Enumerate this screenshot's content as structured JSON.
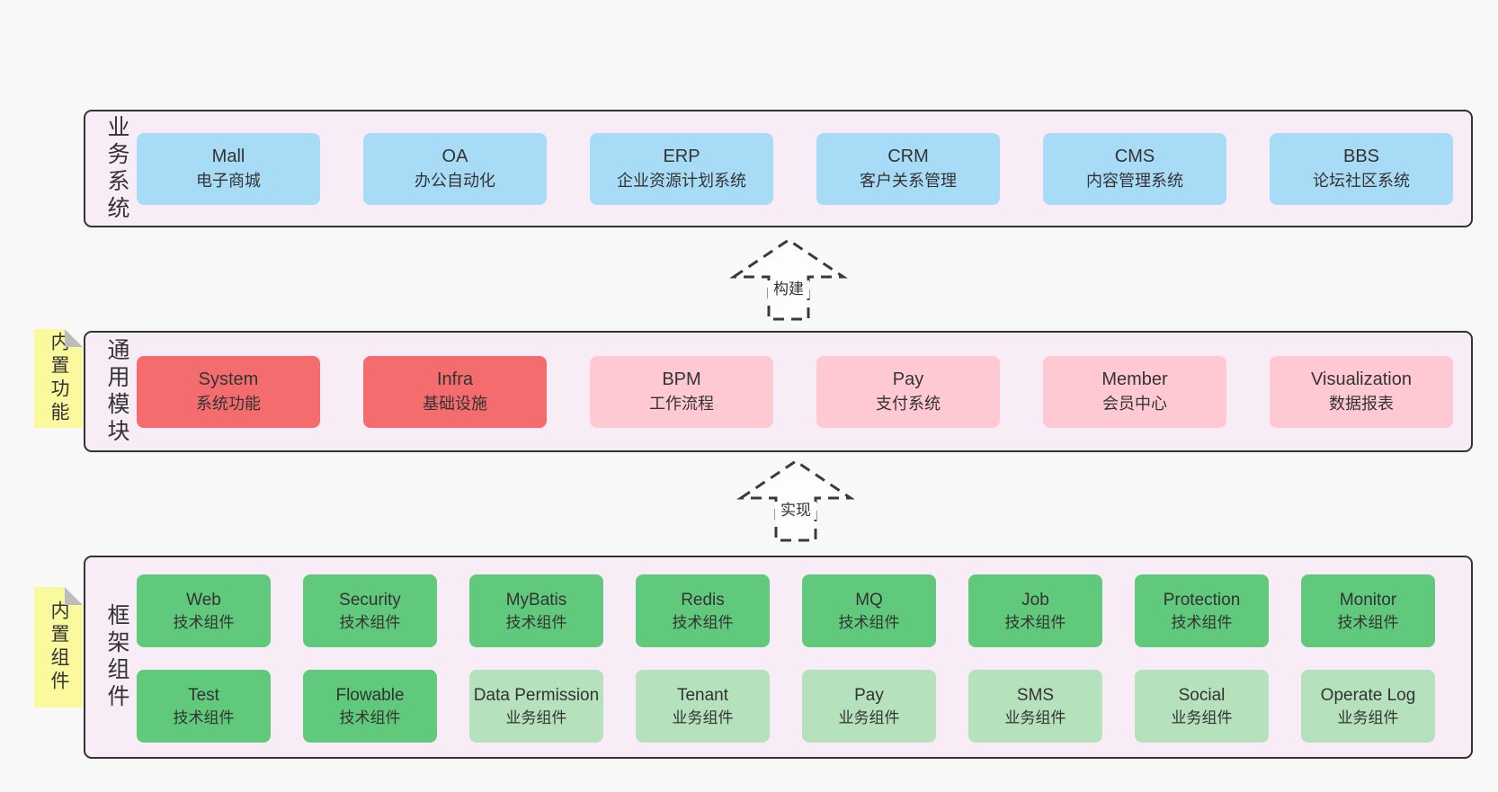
{
  "colors": {
    "page_bg": "#f8f8f8",
    "band_bg": "#f8edf6",
    "band_border": "#333333",
    "box_blue": "#a8dcf6",
    "box_red": "#f56c6f",
    "box_pink": "#ffc9d3",
    "box_green": "#61c97c",
    "box_green_light": "#b5e2bd",
    "sticky_bg": "#fbf99e",
    "sticky_fold": "#bcbcbc",
    "text": "#333333",
    "arrow_stroke": "#3a3a3a"
  },
  "business_band": {
    "label": "业务系统",
    "boxes": [
      {
        "title": "Mall",
        "subtitle": "电子商城"
      },
      {
        "title": "OA",
        "subtitle": "办公自动化"
      },
      {
        "title": "ERP",
        "subtitle": "企业资源计划系统"
      },
      {
        "title": "CRM",
        "subtitle": "客户关系管理"
      },
      {
        "title": "CMS",
        "subtitle": "内容管理系统"
      },
      {
        "title": "BBS",
        "subtitle": "论坛社区系统"
      }
    ]
  },
  "build_arrow": {
    "label": "构建"
  },
  "module_band": {
    "label": "通用模块",
    "note": "内置功能",
    "boxes": [
      {
        "title": "System",
        "subtitle": "系统功能"
      },
      {
        "title": "Infra",
        "subtitle": "基础设施"
      },
      {
        "title": "BPM",
        "subtitle": "工作流程"
      },
      {
        "title": "Pay",
        "subtitle": "支付系统"
      },
      {
        "title": "Member",
        "subtitle": "会员中心"
      },
      {
        "title": "Visualization",
        "subtitle": "数据报表"
      }
    ]
  },
  "implement_arrow": {
    "label": "实现"
  },
  "component_band": {
    "label": "框架组件",
    "note": "内置组件",
    "row1": [
      {
        "title": "Web",
        "subtitle": "技术组件"
      },
      {
        "title": "Security",
        "subtitle": "技术组件"
      },
      {
        "title": "MyBatis",
        "subtitle": "技术组件"
      },
      {
        "title": "Redis",
        "subtitle": "技术组件"
      },
      {
        "title": "MQ",
        "subtitle": "技术组件"
      },
      {
        "title": "Job",
        "subtitle": "技术组件"
      },
      {
        "title": "Protection",
        "subtitle": "技术组件"
      },
      {
        "title": "Monitor",
        "subtitle": "技术组件"
      }
    ],
    "row2": [
      {
        "title": "Test",
        "subtitle": "技术组件"
      },
      {
        "title": "Flowable",
        "subtitle": "技术组件"
      },
      {
        "title": "Data Permission",
        "subtitle": "业务组件"
      },
      {
        "title": "Tenant",
        "subtitle": "业务组件"
      },
      {
        "title": "Pay",
        "subtitle": "业务组件"
      },
      {
        "title": "SMS",
        "subtitle": "业务组件"
      },
      {
        "title": "Social",
        "subtitle": "业务组件"
      },
      {
        "title": "Operate Log",
        "subtitle": "业务组件"
      }
    ]
  }
}
